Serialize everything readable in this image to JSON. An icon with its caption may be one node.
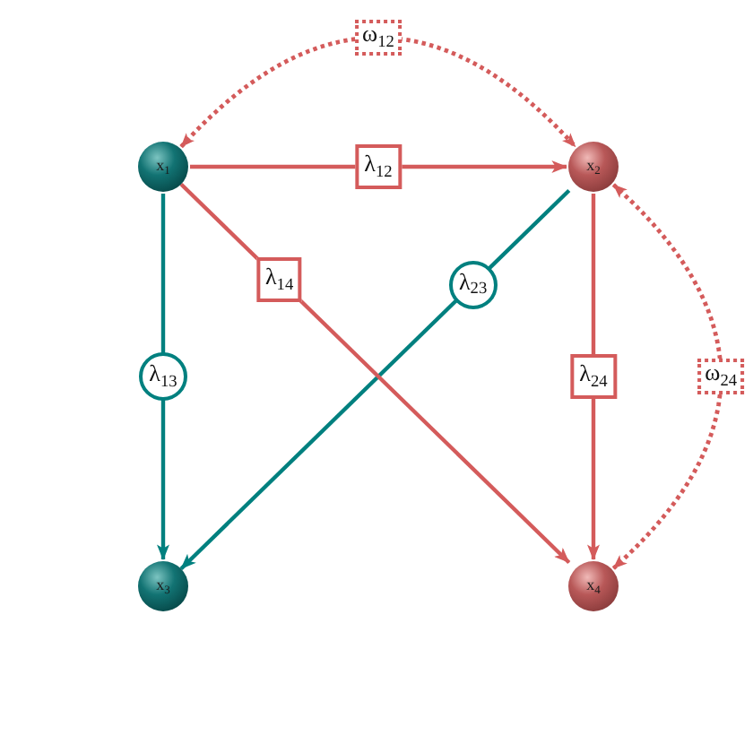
{
  "diagram": {
    "nodes": [
      {
        "text": [
          "x$_{1}$"
        ]
      },
      {
        "text": [
          "x$_{2}$"
        ]
      },
      {
        "text": [
          "x$_{3}$"
        ]
      },
      {
        "text": [
          "x$_{4}$"
        ]
      }
    ],
    "edges": [
      {
        "from": 0,
        "to": 1,
        "arrow": "both",
        "label": "ω$_{12}$",
        "style": "dashed"
      },
      {
        "from": 0,
        "to": 1,
        "arrow": "to",
        "label": "λ$_{12}$"
      },
      {
        "from": 0,
        "to": 2,
        "arrow": "to",
        "label": "λ$_{13}$",
        "color": "#00807f"
      },
      {
        "from": 1,
        "to": 2,
        "arrow": "to",
        "label": "λ$_{23}$",
        "color": "#00807f"
      },
      {
        "from": 0,
        "to": 3,
        "arrow": "to",
        "label": "λ$_{14}$"
      },
      {
        "from": 1,
        "to": 3,
        "arrow": "to",
        "label": "λ$_{24}$"
      },
      {
        "from": 1,
        "to": 3,
        "arrow": "both",
        "label": "ω$_{24}$",
        "style": "dashed"
      }
    ]
  }
}
